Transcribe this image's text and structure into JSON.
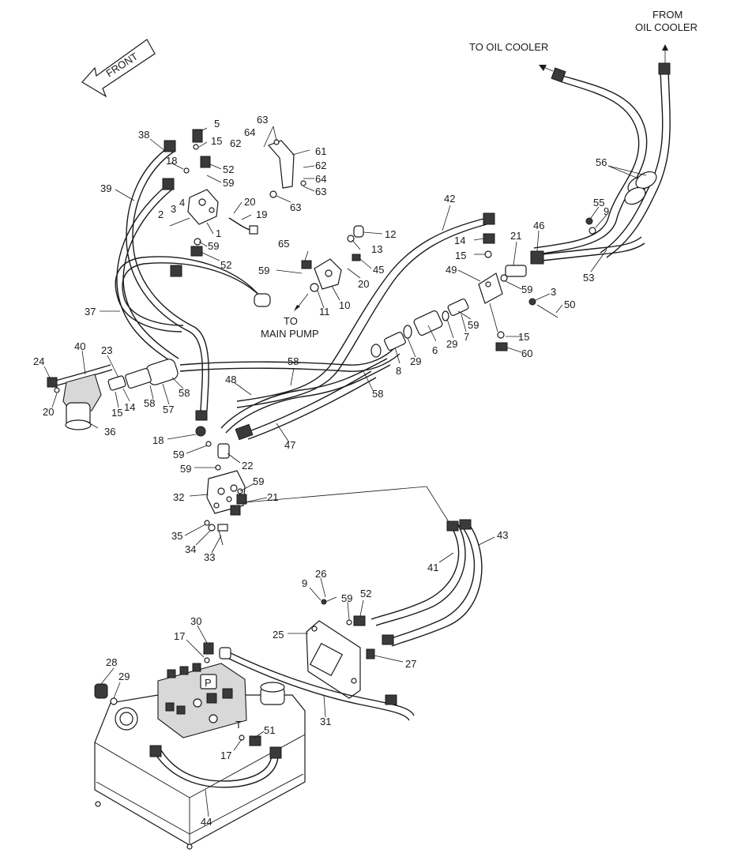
{
  "labels": {
    "front": "FRONT",
    "to_oil_cooler": "TO OIL COOLER",
    "from_oil_cooler_1": "FROM",
    "from_oil_cooler_2": "OIL COOLER",
    "to_main_pump_1": "TO",
    "to_main_pump_2": "MAIN PUMP",
    "port_p": "P",
    "port_t": "T"
  },
  "callouts": [
    "5",
    "15",
    "52",
    "59",
    "63",
    "64",
    "62",
    "61",
    "62",
    "64",
    "63",
    "63",
    "38",
    "18",
    "39",
    "3",
    "4",
    "2",
    "1",
    "20",
    "19",
    "59",
    "52",
    "65",
    "59",
    "12",
    "13",
    "45",
    "20",
    "11",
    "10",
    "42",
    "14",
    "15",
    "21",
    "46",
    "49",
    "59",
    "3",
    "50",
    "15",
    "60",
    "56",
    "55",
    "9",
    "53",
    "37",
    "24",
    "40",
    "23",
    "20",
    "15",
    "14",
    "58",
    "57",
    "58",
    "36",
    "48",
    "58",
    "58",
    "6",
    "29",
    "7",
    "59",
    "8",
    "29",
    "18",
    "22",
    "59",
    "59",
    "32",
    "59",
    "21",
    "35",
    "34",
    "33",
    "47",
    "41",
    "43",
    "26",
    "9",
    "59",
    "52",
    "25",
    "27",
    "31",
    "30",
    "17",
    "28",
    "29",
    "51",
    "17",
    "44"
  ]
}
